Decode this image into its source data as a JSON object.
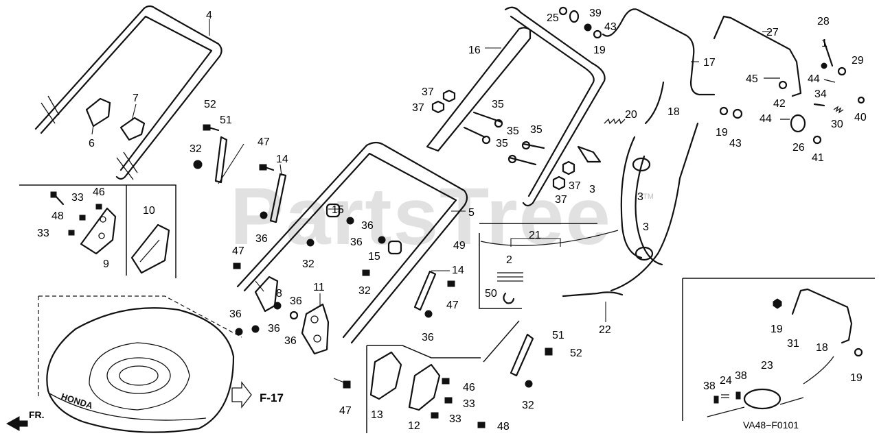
{
  "watermark": {
    "text": "PartsTree",
    "tm": "TM"
  },
  "diagram_code": "VA48−F0101",
  "figure_reference": "F-17",
  "front_marker": "FR.",
  "deck_brand": "HONDA",
  "callouts": {
    "c4": "4",
    "c7": "7",
    "c6": "6",
    "c52a": "52",
    "c51a": "51",
    "c32a": "32",
    "c47a": "47",
    "c14a": "14",
    "c48a": "48",
    "c33a": "33",
    "c46a": "46",
    "c33b": "33",
    "c9": "9",
    "c10": "10",
    "c36a": "36",
    "c47b": "47",
    "c8": "8",
    "c15a": "15",
    "c36b": "36",
    "c32b": "32",
    "c5": "5",
    "c36c": "36",
    "c15b": "15",
    "c49": "49",
    "c11": "11",
    "c36d": "36",
    "c36e": "36",
    "c36f": "36",
    "c36g": "36",
    "c32c": "32",
    "c14b": "14",
    "c47c": "47",
    "c36h": "36",
    "c16": "16",
    "c37a": "37",
    "c37b": "37",
    "c35a": "35",
    "c35b": "35",
    "c35c": "35",
    "c35d": "35",
    "c37c": "37",
    "c37d": "37",
    "c3a": "3",
    "c25": "25",
    "c39": "39",
    "c43a": "43",
    "c19a": "19",
    "c17": "17",
    "c20": "20",
    "c18a": "18",
    "c3b": "3",
    "c3c": "3",
    "c21": "21",
    "c2": "2",
    "c50": "50",
    "c22": "22",
    "c27": "27",
    "c28": "28",
    "c1": "1",
    "c29": "29",
    "c45": "45",
    "c44a": "44",
    "c42": "42",
    "c34": "34",
    "c40": "40",
    "c19b": "19",
    "c43b": "43",
    "c44b": "44",
    "c26": "26",
    "c41": "41",
    "c30": "30",
    "c51b": "51",
    "c52b": "52",
    "c32d": "32",
    "c47d": "47",
    "c13": "13",
    "c12": "12",
    "c46b": "46",
    "c33c": "33",
    "c33d": "33",
    "c48b": "48",
    "c19c": "19",
    "c31": "31",
    "c18b": "18",
    "c19d": "19",
    "c23": "23",
    "c38a": "38",
    "c24": "24",
    "c38b": "38"
  }
}
